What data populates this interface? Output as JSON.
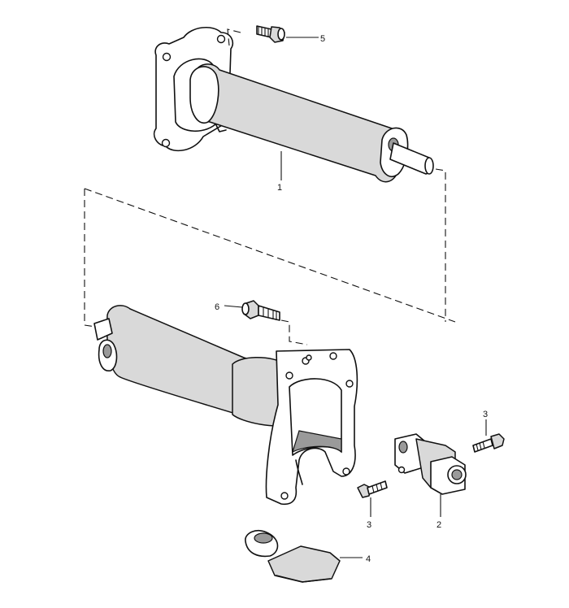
{
  "callouts": [
    {
      "id": "1",
      "text": "1"
    },
    {
      "id": "2",
      "text": "2"
    },
    {
      "id": "3a",
      "text": "3"
    },
    {
      "id": "3b",
      "text": "3"
    },
    {
      "id": "4",
      "text": "4"
    },
    {
      "id": "5",
      "text": "5"
    },
    {
      "id": "6",
      "text": "6"
    }
  ]
}
